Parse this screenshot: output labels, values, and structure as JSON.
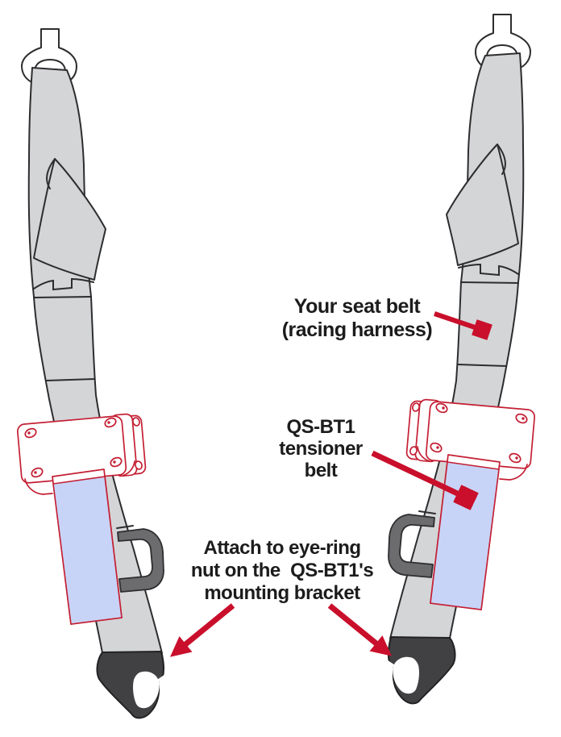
{
  "labels": {
    "seat_belt": {
      "lines": [
        "Your seat belt",
        "(racing harness)"
      ]
    },
    "tensioner": {
      "lines": [
        "QS-BT1",
        "tensioner",
        "belt"
      ]
    },
    "attach": {
      "lines": [
        "Attach to eye-ring",
        "nut on the  QS-BT1's",
        "mounting bracket"
      ]
    }
  },
  "colors": {
    "arrow_red": "#c90f2b",
    "outline_red": "#c41f33",
    "belt_gray": "#d4d5d7",
    "belt_outline": "#2d2d2f",
    "tensioner_blue": "#c8d4f7",
    "end_fitting_dark": "#414143",
    "adjuster_gray": "#6c6c6f",
    "text": "#1c1c1c",
    "background": "#ffffff"
  }
}
